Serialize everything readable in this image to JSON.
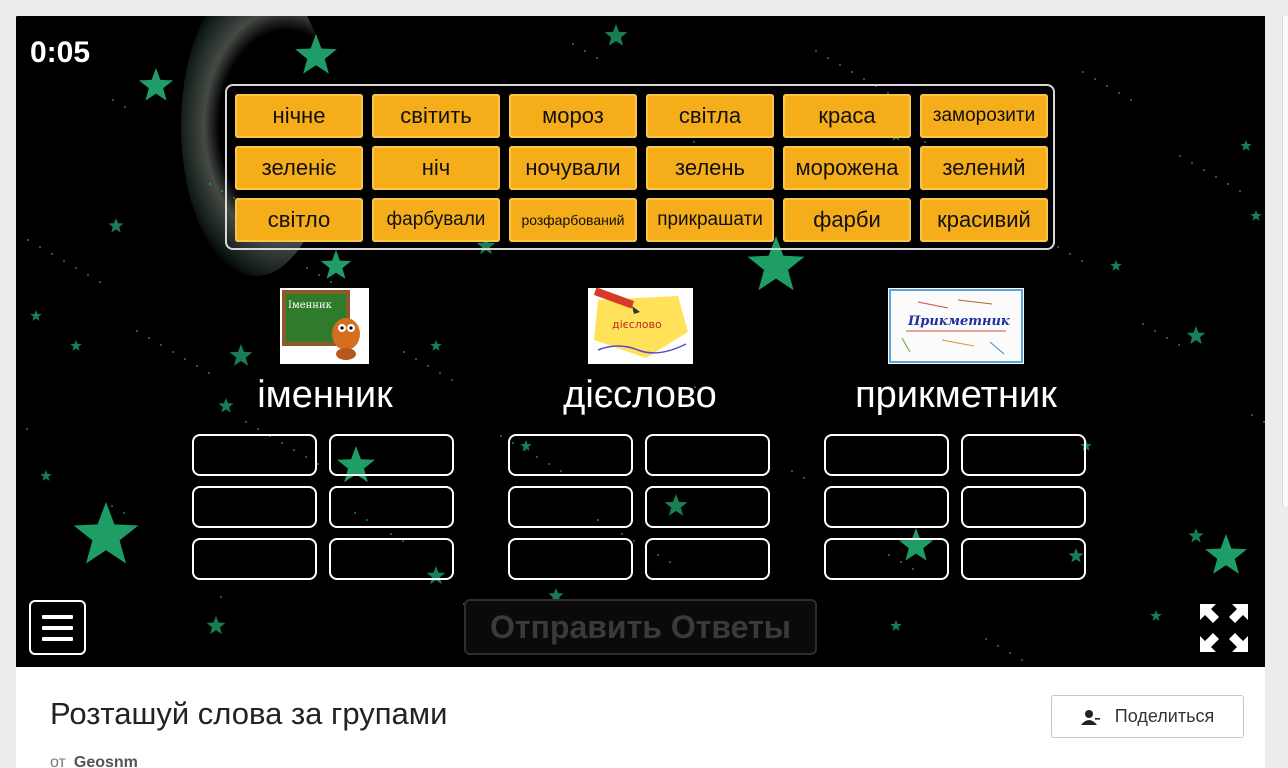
{
  "game": {
    "timer": "0:05",
    "words": [
      [
        "нічне",
        "світить",
        "мороз",
        "світла",
        "краса",
        "заморозити"
      ],
      [
        "зеленіє",
        "ніч",
        "ночували",
        "зелень",
        "морожена",
        "зелений"
      ],
      [
        "світло",
        "фарбували",
        "розфарбований",
        "прикрашати",
        "фарби",
        "красивий"
      ]
    ],
    "groups": [
      {
        "title": "іменник",
        "image_text": "Іменник"
      },
      {
        "title": "дієслово",
        "image_text": "дієслово"
      },
      {
        "title": "прикметник",
        "image_text": "Прикметник"
      }
    ],
    "submit_label": "Отправить Ответы",
    "colors": {
      "tile": "#f6ad1a",
      "stars": "#2ad28a",
      "background": "#000000"
    },
    "icons": {
      "menu": "hamburger-icon",
      "fullscreen": "fullscreen-icon",
      "share": "user-icon"
    }
  },
  "footer": {
    "title": "Розташуй слова за групами",
    "share_label": "Поделиться",
    "author_prefix": "от",
    "author": "Geosnm"
  }
}
